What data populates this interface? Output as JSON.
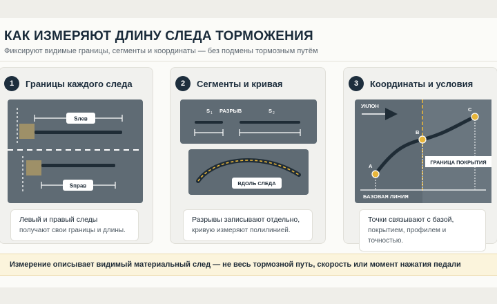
{
  "header": {
    "title": "КАК ИЗМЕРЯЮТ ДЛИНУ СЛЕДА ТОРМОЖЕНИЯ",
    "subtitle": "Фиксируют видимые границы, сегменты и координаты — без подмены тормозным путём"
  },
  "cards": [
    {
      "number": "1",
      "title": "Границы каждого следа",
      "labels": {
        "left": "Sлев",
        "right": "Sправ"
      },
      "caption": {
        "line1": "Левый и правый следы",
        "line2": "получают свои границы и длины."
      }
    },
    {
      "number": "2",
      "title": "Сегменты и кривая",
      "labels": {
        "s1": "S",
        "s1_sub": "1",
        "gap": "РАЗРЫВ",
        "s2": "S",
        "s2_sub": "2",
        "along": "ВДОЛЬ СЛЕДА"
      },
      "caption": {
        "line1": "Разрывы записывают отдельно,",
        "line2": "кривую измеряют полилинией."
      }
    },
    {
      "number": "3",
      "title": "Координаты и условия",
      "labels": {
        "slope": "УКЛОН",
        "point_a": "A",
        "point_b": "B",
        "point_c": "C",
        "coverage": "ГРАНИЦА ПОКРЫТИЯ",
        "baseline": "БАЗОВАЯ ЛИНИЯ"
      },
      "caption": {
        "line1": "Точки связывают с базой,",
        "line2": "покрытием, профилем и точностью."
      }
    }
  ],
  "note": "Измерение описывает видимый материальный след — не весь тормозной путь, скорость или момент нажатия педали",
  "colors": {
    "panel": "#5f6b74",
    "navy": "#1d2e3d",
    "marker": "#e7b53a",
    "note_bg": "#fbf4dc"
  }
}
